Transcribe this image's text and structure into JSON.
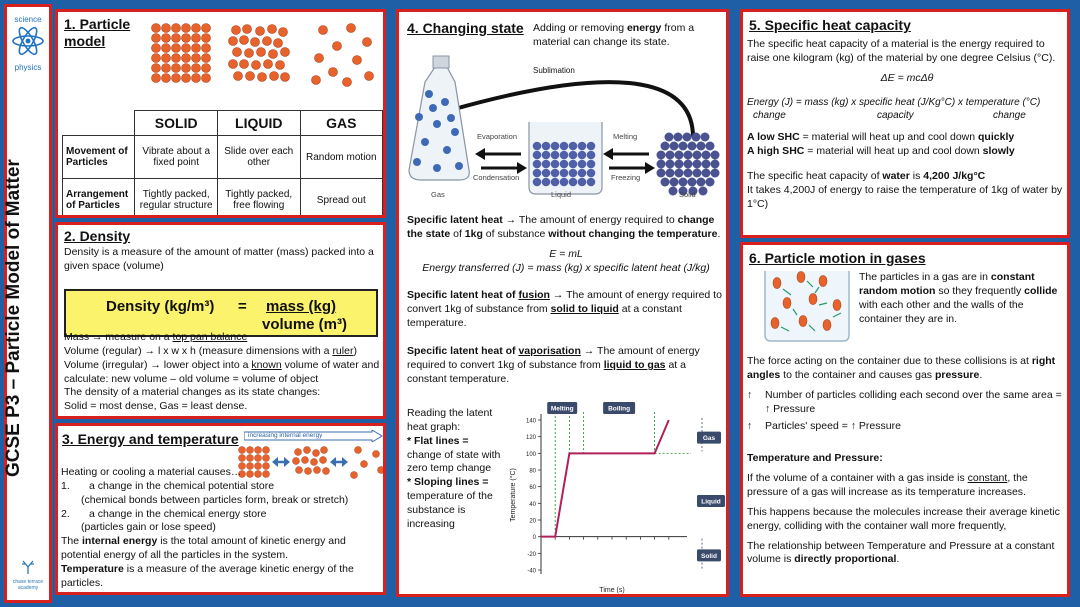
{
  "sidebar": {
    "logo_top": "science",
    "logo_bottom": "physics",
    "title": "GCSE P3 – Particle Model of Matter",
    "footer_logo": "chase terrace academy"
  },
  "particle_model": {
    "title": "1. Particle model",
    "columns": [
      "SOLID",
      "LIQUID",
      "GAS"
    ],
    "rows": [
      {
        "label": "Movement of Particles",
        "cells": [
          "Vibrate about a fixed point",
          "Slide over each other",
          "Random motion"
        ]
      },
      {
        "label": "Arrangement of Particles",
        "cells": [
          "Tightly packed, regular structure",
          "Tightly packed, free flowing",
          "Spread out"
        ]
      }
    ]
  },
  "density": {
    "title": "2. Density",
    "intro": "Density is a measure of the amount of matter (mass) packed into a given space (volume)",
    "formula_left": "Density (kg/m³)",
    "formula_eq": "=",
    "formula_top": "mass (kg)",
    "formula_bottom": "volume (m³)",
    "line1_a": "Mass → measure on a ",
    "line1_u": "top pan balance",
    "line2_a": "Volume (regular) → l x w x h (measure dimensions with a ",
    "line2_u": "ruler",
    "line2_b": ")",
    "line3_a": "Volume (irregular) → lower object into a ",
    "line3_u": "known",
    "line3_b": " volume of water and calculate: new volume – old volume = volume of object",
    "line4": "The density of a material changes as its state changes:",
    "line5": "Solid = most dense, Gas = least dense."
  },
  "energy": {
    "title": "3. Energy and temperature",
    "arrow_label": "increasing internal energy",
    "intro": "Heating or cooling a material causes…",
    "item1_num": "1.",
    "item1_a": "a change in the chemical potential store",
    "item1_b": "(chemical bonds between particles form, break or stretch)",
    "item2_num": "2.",
    "item2_a": "a change in the chemical energy store",
    "item2_b": "(particles gain or lose speed)",
    "internal_a": "The ",
    "internal_b": "internal energy",
    "internal_c": " is the total amount of kinetic energy and potential energy of all the particles in the system.",
    "temp_a": "Temperature",
    "temp_b": " is a measure of the average kinetic energy of the particles."
  },
  "changing_state": {
    "title": "4. Changing state",
    "intro_a": "Adding or removing ",
    "intro_b": "energy",
    "intro_c": " from a material can change its state.",
    "labels": {
      "sublimation": "Sublimation",
      "evaporation": "Evaporation",
      "condensation": "Condensation",
      "melting": "Melting",
      "freezing": "Freezing",
      "gas": "Gas",
      "liquid": "Liquid",
      "solid": "Solid"
    },
    "slh_a": "Specific latent heat",
    "slh_b": " → The amount of energy required to ",
    "slh_c": "change the state",
    "slh_d": " of ",
    "slh_e": "1kg",
    "slh_f": " of substance ",
    "slh_g": "without changing the temperature",
    "slh_h": ".",
    "eq1": "E = mL",
    "eq2": "Energy transferred (J) = mass (kg) x specific latent heat (J/kg)",
    "fus_a": "Specific latent heat of ",
    "fus_u": "fusion",
    "fus_b": " → The amount of energy required to convert 1kg of substance from ",
    "fus_c": "solid to liquid",
    "fus_d": " at a constant temperature.",
    "vap_a": "Specific latent heat of ",
    "vap_u": "vaporisation",
    "vap_b": " → The amount of energy required to convert 1kg of substance from ",
    "vap_c": "liquid to gas",
    "vap_d": " at a constant temperature.",
    "read_a": "Reading the latent heat graph:",
    "read_b": "* Flat lines =",
    "read_c": " change of state with zero temp change",
    "read_d": "* Sloping lines =",
    "read_e": " temperature of the substance is increasing"
  },
  "chart_data": {
    "type": "line",
    "xlabel": "Time (s)",
    "ylabel": "Temperature (°C)",
    "ylim": [
      -40,
      140
    ],
    "yticks": [
      140,
      120,
      100,
      80,
      60,
      40,
      20,
      0,
      -20,
      -40
    ],
    "x": [
      0,
      1,
      2,
      3,
      8,
      9
    ],
    "y": [
      0,
      0,
      100,
      100,
      100,
      140
    ],
    "annotations": [
      "Melting",
      "Boiling",
      "Gas",
      "Liquid",
      "Solid"
    ],
    "line_color": "#b0205a"
  },
  "shc": {
    "title": "5. Specific heat capacity",
    "intro": "The specific heat capacity of a material is the energy required to raise one kilogram (kg) of the material by one degree Celsius (°C).",
    "formula": "ΔE = mcΔθ",
    "eq_line1": "Energy (J) = mass (kg) x specific heat (J/Kg°C)  x temperature (°C)",
    "eq_line2a": "change",
    "eq_line2b": "capacity",
    "eq_line2c": "change",
    "low_a": "A low SHC",
    "low_b": " = material will heat up and cool down ",
    "low_c": "quickly",
    "high_a": "A high SHC",
    "high_b": " = material will heat up and cool down ",
    "high_c": "slowly",
    "water_a": "The specific heat capacity of ",
    "water_b": "water",
    "water_c": " is ",
    "water_d": "4,200 J/kg°C",
    "water_e": "It takes 4,200J of energy to raise the temperature of 1kg of water by 1°C)"
  },
  "gases": {
    "title": "6. Particle motion in gases",
    "intro_a": "The particles in a gas are in ",
    "intro_b": "constant random motion",
    "intro_c": " so they frequently ",
    "intro_d": "collide",
    "intro_e": " with each other and the walls of the container they are in.",
    "force_a": "The force acting on the container due to these collisions is at ",
    "force_b": "right angles",
    "force_c": " to the container and causes gas ",
    "force_d": "pressure",
    "force_e": ".",
    "bullet1": "Number of particles colliding each second over the same area  = ↑ Pressure",
    "bullet2": "Particles' speed = ↑  Pressure",
    "arrow": "↑",
    "tp_title": "Temperature and Pressure:",
    "tp1_a": "If the volume of a container with a gas inside is ",
    "tp1_u": "constant",
    "tp1_b": ", the pressure of a gas will increase as its temperature increases.",
    "tp2": "This happens because the molecules increase their average kinetic energy, colliding with the container wall more frequently,",
    "tp3_a": "The relationship between Temperature and Pressure at a constant volume is ",
    "tp3_b": "directly proportional",
    "tp3_c": "."
  }
}
